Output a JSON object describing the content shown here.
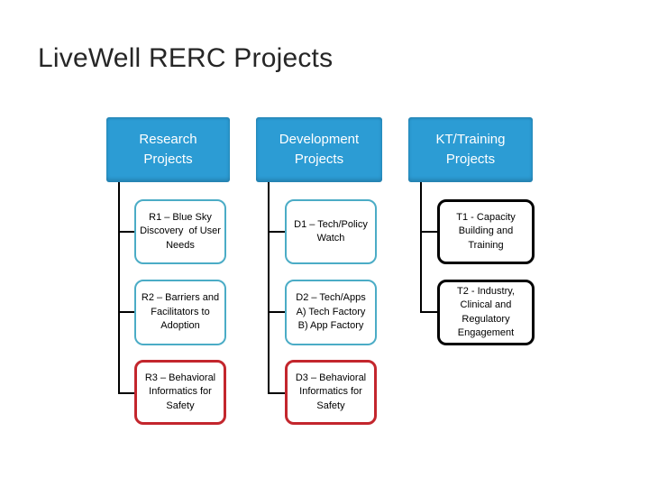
{
  "title": "LiveWell RERC Projects",
  "colors": {
    "header_fill": "#2C9CD4",
    "header_text": "#FFFFFF",
    "teal_border": "#4BACC6",
    "red_border": "#C3262D",
    "black_border": "#000000",
    "connector": "#000000",
    "title_text": "#262626",
    "background": "#FFFFFF"
  },
  "columns": [
    {
      "header": "Research\nProjects",
      "projects": [
        {
          "label": "R1 – Blue Sky\nDiscovery  of User\nNeeds",
          "style": "teal"
        },
        {
          "label": "R2 – Barriers and\nFacilitators to\nAdoption",
          "style": "teal"
        },
        {
          "label": "R3 – Behavioral\nInformatics for\nSafety",
          "style": "red"
        }
      ]
    },
    {
      "header": "Development\nProjects",
      "projects": [
        {
          "label": "D1 – Tech/Policy\nWatch",
          "style": "teal"
        },
        {
          "label": "D2 – Tech/Apps\nA) Tech Factory\nB) App Factory",
          "style": "teal"
        },
        {
          "label": "D3 – Behavioral\nInformatics for\nSafety",
          "style": "red"
        }
      ]
    },
    {
      "header": "KT/Training\nProjects",
      "projects": [
        {
          "label": "T1 - Capacity\nBuilding and\nTraining",
          "style": "black"
        },
        {
          "label": "T2 - Industry,\nClinical and\nRegulatory\nEngagement",
          "style": "black"
        }
      ]
    }
  ]
}
